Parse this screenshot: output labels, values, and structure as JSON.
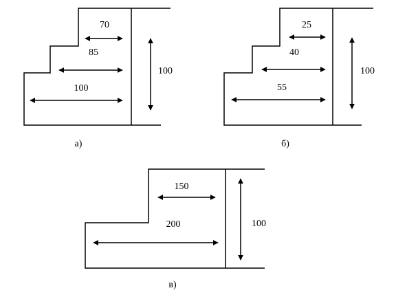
{
  "diagrams": {
    "a": {
      "caption": "а)",
      "step_widths": [
        "70",
        "85",
        "100"
      ],
      "height": "100"
    },
    "b": {
      "caption": "б)",
      "step_widths": [
        "25",
        "40",
        "55"
      ],
      "height": "100"
    },
    "c": {
      "caption": "в)",
      "step_widths": [
        "150",
        "200"
      ],
      "height": "100"
    }
  }
}
